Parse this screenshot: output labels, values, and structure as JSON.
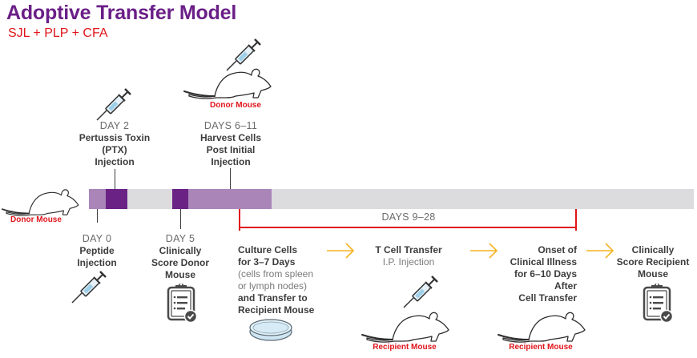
{
  "header": {
    "title": "Adoptive Transfer Model",
    "subtitle": "SJL + PLP + CFA"
  },
  "colors": {
    "title": "#6a1f87",
    "accent_red": "#e0151b",
    "bar_dark_purple": "#6a2385",
    "bar_light_purple": "#a985b8",
    "bar_gray": "#dcdcdf",
    "arrow_yellow": "#f5b324",
    "text_dark": "#3c3c3c"
  },
  "timeline": {
    "segments": [
      {
        "phase": "light-purple"
      },
      {
        "phase": "dark-purple"
      },
      {
        "phase": "gray"
      },
      {
        "phase": "dark-purple"
      },
      {
        "phase": "light-purple"
      },
      {
        "phase": "gray"
      }
    ],
    "bracket_label": "DAYS 9–28"
  },
  "events": {
    "day0": {
      "day": "DAY 0",
      "line1": "Peptide",
      "line2": "Injection",
      "icon": "syringe-icon"
    },
    "day2": {
      "day": "DAY 2",
      "line1": "Pertussis Toxin",
      "line2": "(PTX)",
      "line3": "Injection",
      "icon": "syringe-icon"
    },
    "day5": {
      "day": "DAY 5",
      "line1": "Clinically",
      "line2": "Score Donor",
      "line3": "Mouse",
      "icon": "clipboard-check-icon"
    },
    "days6_11": {
      "day": "DAYS 6–11",
      "line1": "Harvest Cells",
      "line2": "Post Initial",
      "line3": "Injection",
      "icon": "syringe-icon"
    }
  },
  "mice": {
    "donor_left": "Donor Mouse",
    "donor_top": "Donor Mouse",
    "recipient_1": "Recipient Mouse",
    "recipient_2": "Recipient Mouse"
  },
  "steps": [
    {
      "bold1": "Culture Cells",
      "bold2": "for 3–7 Days",
      "light1": "(cells from spleen",
      "light2": "or lymph nodes)",
      "bold3": "and Transfer to",
      "bold4": "Recipient Mouse",
      "icon": "petri-dish-icon"
    },
    {
      "bold1": "T Cell Transfer",
      "light1": "I.P. Injection",
      "icon": "syringe-icon"
    },
    {
      "bold1": "Onset of",
      "bold2": "Clinical Illness",
      "bold3": "for 6–10 Days",
      "bold4": "After",
      "bold5": "Cell Transfer"
    },
    {
      "bold1": "Clinically",
      "bold2": "Score Recipient",
      "bold3": "Mouse",
      "icon": "clipboard-check-icon"
    }
  ]
}
